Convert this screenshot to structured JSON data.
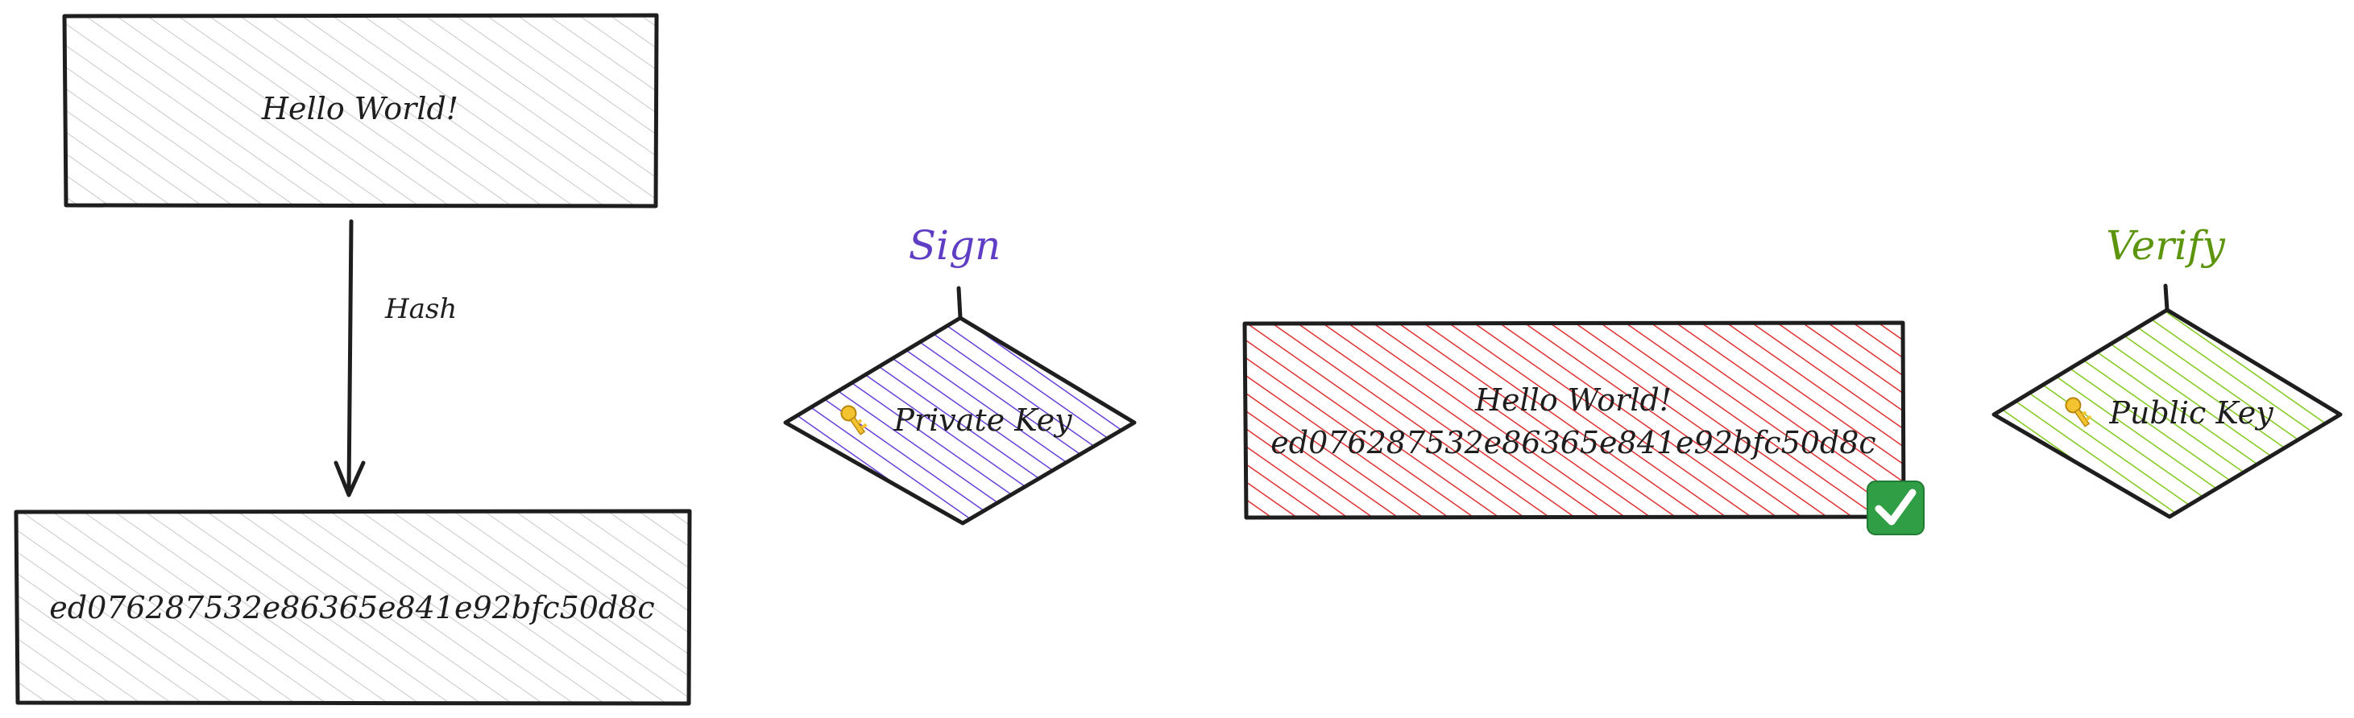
{
  "nodes": {
    "message": {
      "text": "Hello World!"
    },
    "hash_value": {
      "text": "ed076287532e86365e841e92bfc50d8c"
    },
    "private_key": {
      "icon": "key-icon",
      "text": "Private Key"
    },
    "signed_message": {
      "line1": "Hello World!",
      "line2": "ed076287532e86365e841e92bfc50d8c",
      "badge_icon": "check-mark-icon"
    },
    "public_key": {
      "icon": "key-icon",
      "text": "Public Key"
    }
  },
  "edges": {
    "hash": {
      "label": "Hash"
    }
  },
  "labels": {
    "sign": "Sign",
    "verify": "Verify"
  },
  "colors": {
    "stroke": "#1e1e1e",
    "gray_hatch": "#bdbdbd",
    "sign_label": "#5f3dc4",
    "sign_hatch": "#6741d9",
    "signed_hatch": "#e03131",
    "verify_label": "#5c940d",
    "verify_hatch": "#82c91e",
    "check_badge": "#2f9e44",
    "key_icon": "#f4c430"
  }
}
